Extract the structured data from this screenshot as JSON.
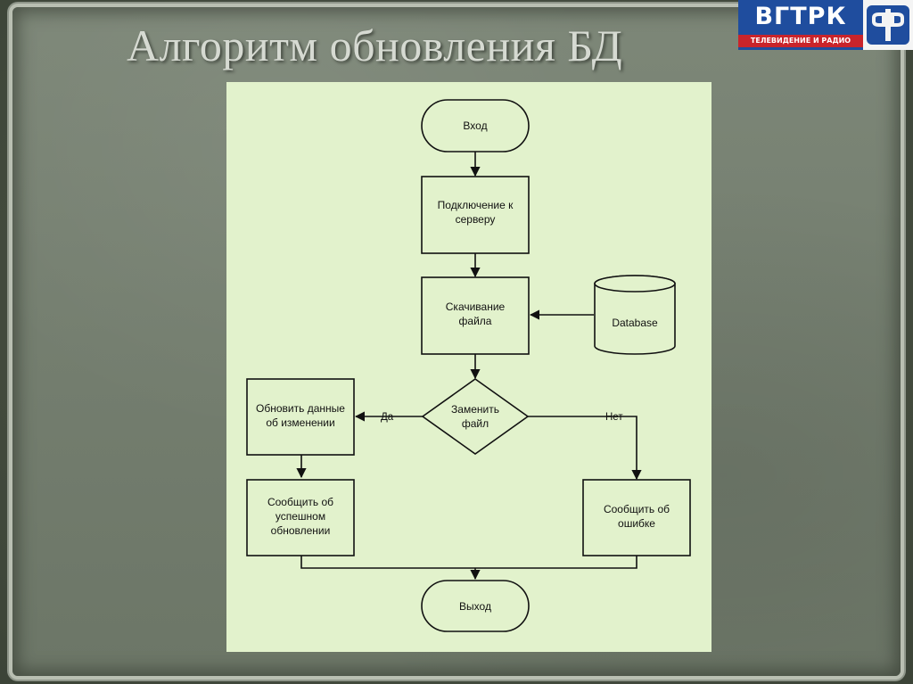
{
  "slide": {
    "title": "Алгоритм обновления БД"
  },
  "logo": {
    "name": "ВГТРК",
    "tagline": "ТЕЛЕВИДЕНИЕ И РАДИО"
  },
  "diagram": {
    "nodes": {
      "start": "Вход",
      "connect": [
        "Подключение к",
        "серверу"
      ],
      "download": [
        "Скачивание",
        "файла"
      ],
      "database": "Database",
      "decision": [
        "Заменить",
        "файл"
      ],
      "update": [
        "Обновить данные",
        "об изменении"
      ],
      "success": [
        "Сообщить об",
        "успешном",
        "обновлении"
      ],
      "error": [
        "Сообщить об",
        "ошибке"
      ],
      "exit": "Выход"
    },
    "edges": {
      "yes": "Да",
      "no": "Нет"
    }
  },
  "colors": {
    "panel": "#e2f2cc",
    "stroke": "#111111",
    "title": "#d6dad2",
    "logo_blue": "#1f4d9e",
    "logo_red": "#c9242b"
  },
  "icons": {
    "logo_right": "ff-logo-icon"
  }
}
